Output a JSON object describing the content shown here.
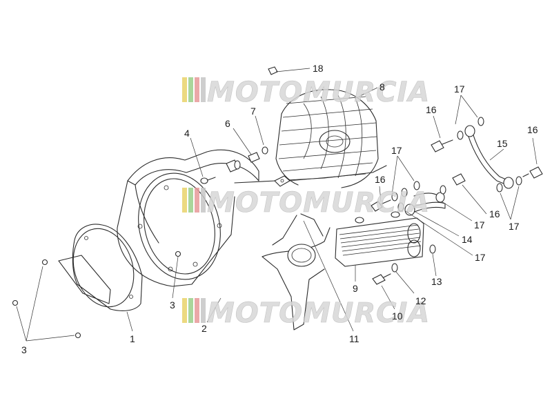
{
  "diagram": {
    "callouts": [
      "18",
      "8",
      "17",
      "16",
      "7",
      "6",
      "4",
      "15",
      "16",
      "17",
      "16",
      "16",
      "17",
      "14",
      "17",
      "17",
      "9",
      "13",
      "12",
      "10",
      "11",
      "3",
      "2",
      "1",
      "3"
    ],
    "watermark": {
      "text": "MOTOMURCIA",
      "stripe_colors": [
        "#e9d36a",
        "#9ccf8a",
        "#e79a9a",
        "#c6c6c6"
      ]
    },
    "colors": {
      "line": "#2a2a2a",
      "watermark_fill": "#d8d8d8"
    }
  }
}
